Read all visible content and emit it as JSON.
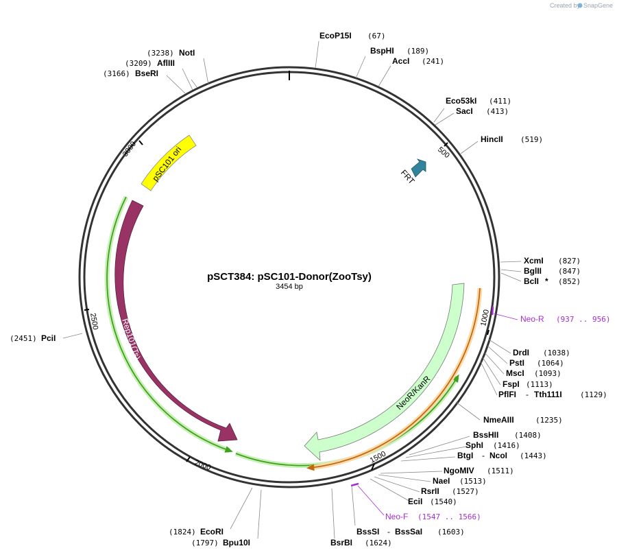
{
  "credit": {
    "created_by": "Created by",
    "brand": "SnapGene"
  },
  "plasmid": {
    "name": "pSCT384: pSC101-Donor(ZooTsy)",
    "size_label": "3454 bp",
    "length": 3454
  },
  "ticks": [
    "500",
    "1000",
    "1500",
    "2000",
    "2500",
    "3000"
  ],
  "features": {
    "psc101_ori": "pSC101 ori",
    "rep101": "Rep101(Ts)",
    "neor": "NeoR/KanR",
    "frt": "FRT"
  },
  "primers": {
    "neo_r": {
      "name": "Neo-R",
      "range": "(937 .. 956)"
    },
    "neo_f": {
      "name": "Neo-F",
      "range": "(1547 .. 1566)"
    }
  },
  "sites": {
    "ecop15i": {
      "name": "EcoP15I",
      "pos": "(67)"
    },
    "bsphi": {
      "name": "BspHI",
      "pos": "(189)"
    },
    "acci": {
      "name": "AccI",
      "pos": "(241)"
    },
    "eco53ki": {
      "name": "Eco53kI",
      "pos": "(411)"
    },
    "saci": {
      "name": "SacI",
      "pos": "(413)"
    },
    "hincii": {
      "name": "HincII",
      "pos": "(519)"
    },
    "xcmi": {
      "name": "XcmI",
      "pos": "(827)"
    },
    "bglii": {
      "name": "BglII",
      "pos": "(847)"
    },
    "bcli": {
      "name": "BclI",
      "star": "*",
      "pos": "(852)"
    },
    "drdi": {
      "name": "DrdI",
      "pos": "(1038)"
    },
    "psti": {
      "name": "PstI",
      "pos": "(1064)"
    },
    "msci": {
      "name": "MscI",
      "pos": "(1093)"
    },
    "fspi": {
      "name": "FspI",
      "pos": "(1113)"
    },
    "pflfi": {
      "name": "PflFI",
      "dash": "-",
      "name2": "Tth111I",
      "pos": "(1129)"
    },
    "nmeaiii": {
      "name": "NmeAIII",
      "pos": "(1235)"
    },
    "bsshii": {
      "name": "BssHII",
      "pos": "(1408)"
    },
    "sphi": {
      "name": "SphI",
      "pos": "(1416)"
    },
    "btgi": {
      "name": "BtgI",
      "dash": "-",
      "name2": "NcoI",
      "pos": "(1443)"
    },
    "ngomiv": {
      "name": "NgoMIV",
      "pos": "(1511)"
    },
    "naei": {
      "name": "NaeI",
      "pos": "(1513)"
    },
    "rsrii": {
      "name": "RsrII",
      "pos": "(1527)"
    },
    "ecii": {
      "name": "EciI",
      "pos": "(1540)"
    },
    "bsssi": {
      "name": "BssSI",
      "dash": "-",
      "name2": "BssSaI",
      "pos": "(1603)"
    },
    "bsrbi": {
      "name": "BsrBI",
      "pos": "(1624)"
    },
    "ecori": {
      "name": "EcoRI",
      "pos": "(1824)"
    },
    "bpu10i": {
      "name": "Bpu10I",
      "pos": "(1797)"
    },
    "pcii": {
      "name": "PciI",
      "pos": "(2451)"
    },
    "bseri": {
      "name": "BseRI",
      "pos": "(3166)"
    },
    "aflii": {
      "name": "AflIII",
      "pos": "(3209)"
    },
    "noti": {
      "name": "NotI",
      "pos": "(3238)"
    }
  },
  "colors": {
    "backbone": "#333333",
    "psc101_ori": "#ffff00",
    "rep101": "#993366",
    "neor": "#ccffcc",
    "frt": "#31849b",
    "primer": "#a52cd1",
    "orf_green": "#3fa21e",
    "orf_orange": "#e0a030"
  }
}
